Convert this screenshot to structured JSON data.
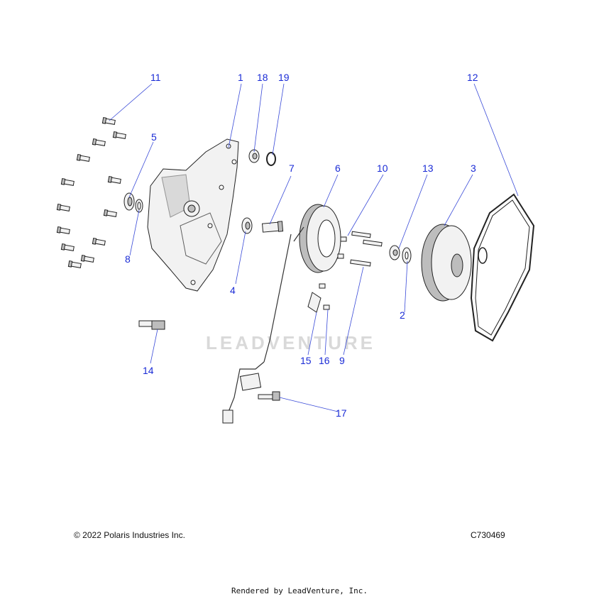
{
  "callouts": {
    "c1": "1",
    "c2": "2",
    "c3": "3",
    "c4": "4",
    "c5": "5",
    "c6": "6",
    "c7": "7",
    "c8": "8",
    "c9": "9",
    "c10": "10",
    "c11": "11",
    "c12": "12",
    "c13": "13",
    "c14": "14",
    "c15": "15",
    "c16": "16",
    "c17": "17",
    "c18": "18",
    "c19": "19"
  },
  "watermark": "LEADVENTURE",
  "footer": {
    "copyright": "© 2022 Polaris Industries Inc.",
    "diagram_id": "C730469",
    "rendered_by": "Rendered by LeadVenture, Inc."
  },
  "colors": {
    "callout": "#1a2bd6",
    "leader": "#3a4bd8"
  }
}
